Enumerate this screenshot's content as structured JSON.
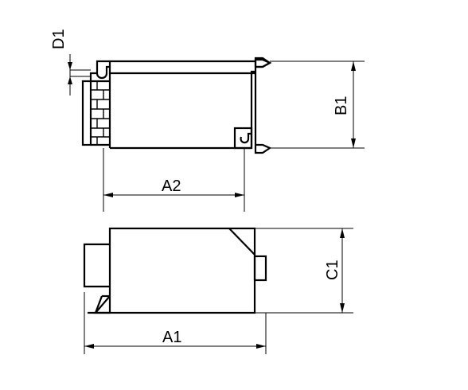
{
  "labels": {
    "d1": "D1",
    "b1": "B1",
    "a2": "A2",
    "c1": "C1",
    "a1": "A1"
  },
  "colors": {
    "line": "#000000",
    "background": "#ffffff"
  }
}
